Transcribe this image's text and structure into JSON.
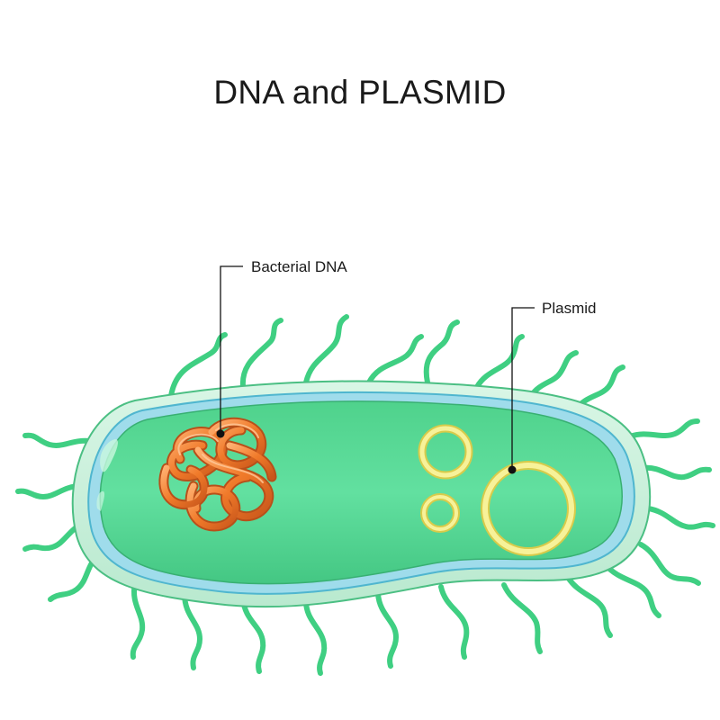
{
  "title": "DNA and PLASMID",
  "labels": {
    "bacterial_dna": "Bacterial DNA",
    "plasmid": "Plasmid"
  },
  "colors": {
    "cytoplasm": "#5bdc96",
    "cytoplasm_dark": "#3ab877",
    "membrane": "#8fd8e8",
    "cell_wall": "#c8f0dc",
    "outline": "#2e9e66",
    "pili": "#3fcf82",
    "dna": "#f07a2a",
    "dna_dark": "#c4561a",
    "plasmid": "#f5ef8a",
    "plasmid_edge": "#d6c84a",
    "leader_line": "#111111"
  },
  "icons": [
    "bacterium-cell",
    "bacterial-dna-knot",
    "plasmid-ring",
    "pilus"
  ]
}
